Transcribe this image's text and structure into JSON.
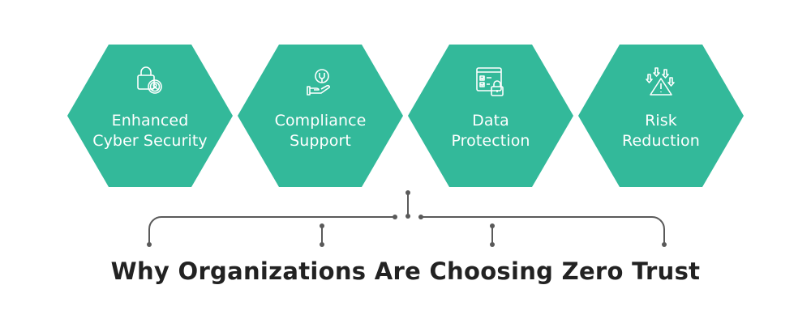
{
  "colors": {
    "hex_fill": "#33b99a",
    "line": "#5a5a5a",
    "title": "#222222",
    "text": "#ffffff"
  },
  "benefits": [
    {
      "line1": "Enhanced",
      "line2": "Cyber Security",
      "icon": "lock-gear-user-icon"
    },
    {
      "line1": "Compliance",
      "line2": "Support",
      "icon": "hand-gear-wrench-icon"
    },
    {
      "line1": "Data",
      "line2": "Protection",
      "icon": "checklist-window-lock-icon"
    },
    {
      "line1": "Risk",
      "line2": "Reduction",
      "icon": "warning-arrows-down-icon"
    }
  ],
  "title": "Why Organizations Are Choosing Zero Trust"
}
